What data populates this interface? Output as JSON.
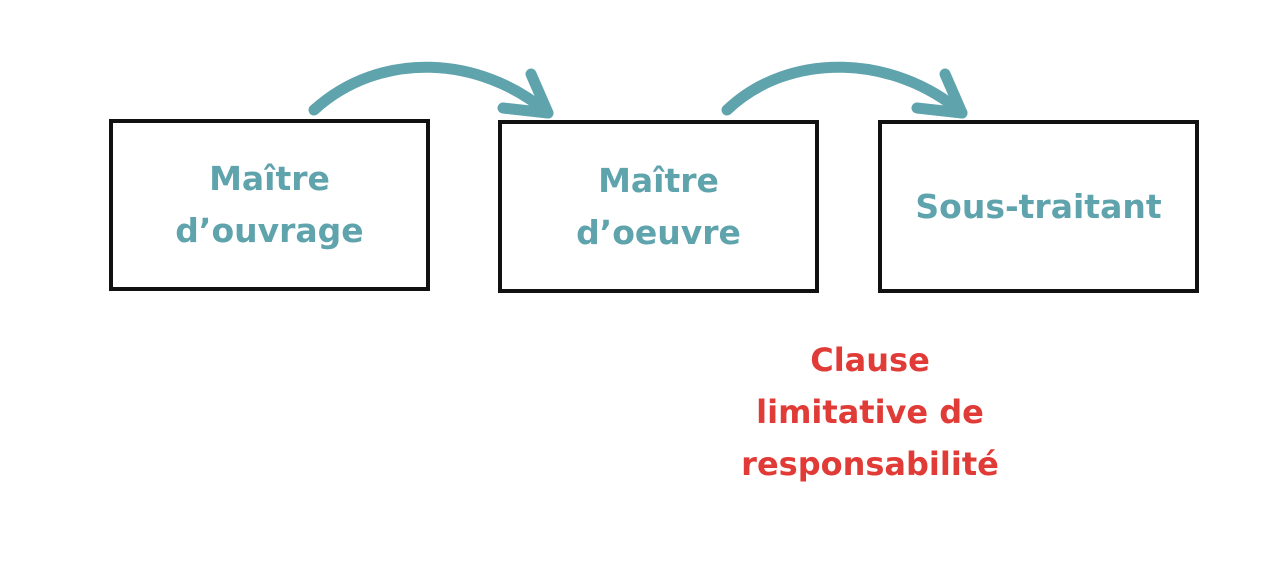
{
  "colors": {
    "teal": "#5fa3ad",
    "red": "#e03b36",
    "border": "#111111",
    "background": "#ffffff"
  },
  "boxes": [
    {
      "label": "Maître\nd’ouvrage"
    },
    {
      "label": "Maître\nd’oeuvre"
    },
    {
      "label": "Sous-traitant"
    }
  ],
  "arrows": [
    {
      "from": "Maître d’ouvrage",
      "to": "Maître d’oeuvre",
      "icon": "curved-arrow-icon"
    },
    {
      "from": "Maître d’oeuvre",
      "to": "Sous-traitant",
      "icon": "curved-arrow-icon"
    }
  ],
  "annotation": {
    "text": "Clause\nlimitative de\nresponsabilité"
  }
}
